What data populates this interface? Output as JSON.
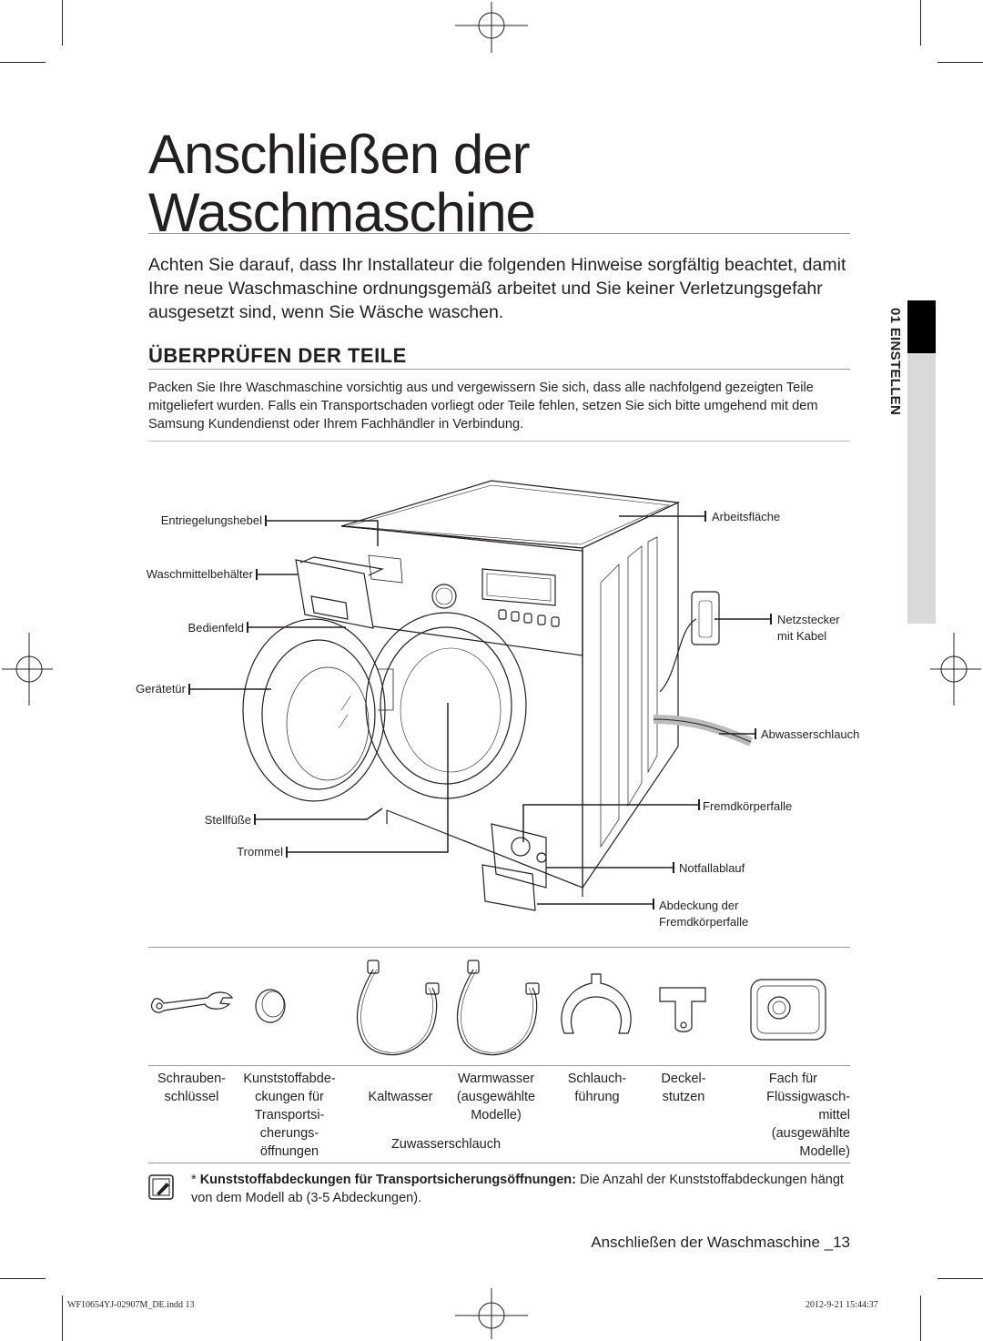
{
  "title_line1": "Anschließen der",
  "title_line2": "Waschmaschine",
  "intro": "Achten Sie darauf, dass Ihr Installateur die folgenden Hinweise sorgfältig beachtet, damit Ihre neue Waschmaschine ordnungsgemäß arbeitet und Sie keiner Verletzungsgefahr ausgesetzt sind, wenn Sie Wäsche waschen.",
  "section_heading": "ÜBERPRÜFEN DER TEILE",
  "section_body": "Packen Sie Ihre Waschmaschine vorsichtig aus und vergewissern Sie sich, dass alle nachfolgend gezeigten Teile mitgeliefert wurden.  Falls ein Transportschaden vorliegt oder Teile fehlen, setzen Sie sich bitte umgehend mit dem Samsung Kundendienst oder Ihrem Fachhändler in Verbindung.",
  "sidebar_label": "01 EINSTELLEN",
  "diagram_labels": {
    "entriegelungshebel": "Entriegelungshebel",
    "waschmittelbehaelter": "Waschmittelbehälter",
    "bedienfeld": "Bedienfeld",
    "geraetetuer": "Gerätetür",
    "stellfuesse": "Stellfüße",
    "trommel": "Trommel",
    "arbeitsflaeche": "Arbeitsfläche",
    "netzstecker_1": "Netzstecker",
    "netzstecker_2": "mit Kabel",
    "abwasserschlauch": "Abwasserschlauch",
    "fremdkoerperfalle": "Fremdkörperfalle",
    "notfallablauf": "Notfallablauf",
    "abdeckung_1": "Abdeckung der",
    "abdeckung_2": "Fremdkörperfalle"
  },
  "parts": {
    "schraubenschluessel": [
      "Schrauben-",
      "schlüssel"
    ],
    "kunststoffabdeckungen": [
      "Kunststoffabde-",
      "ckungen für",
      "Transportsi-",
      "cherungs-",
      "öffnungen"
    ],
    "kaltwasser": "Kaltwasser",
    "warmwasser": [
      "Warmwasser",
      "(ausgewählte",
      "Modelle)"
    ],
    "zuwasserschlauch": "Zuwasserschlauch",
    "schlauchfuehrung": [
      "Schlauch-",
      "führung"
    ],
    "deckelstutzen": [
      "Deckel-",
      "stutzen"
    ],
    "fach": [
      "Fach für",
      "Flüssigwasch-",
      "mittel",
      "(ausgewählte",
      "Modelle)"
    ]
  },
  "note_bold": "Kunststoffabdeckungen für Transportsicherungsöffnungen:",
  "note_rest": " Die Anzahl der Kunststoffabdeckungen hängt von dem Modell ab (3-5 Abdeckungen).",
  "note_star": "*",
  "footer": "Anschließen der Waschmaschine _13",
  "slug_left": "WF10654YJ-02907M_DE.indd   13",
  "slug_right": "2012-9-21   15:44:37"
}
